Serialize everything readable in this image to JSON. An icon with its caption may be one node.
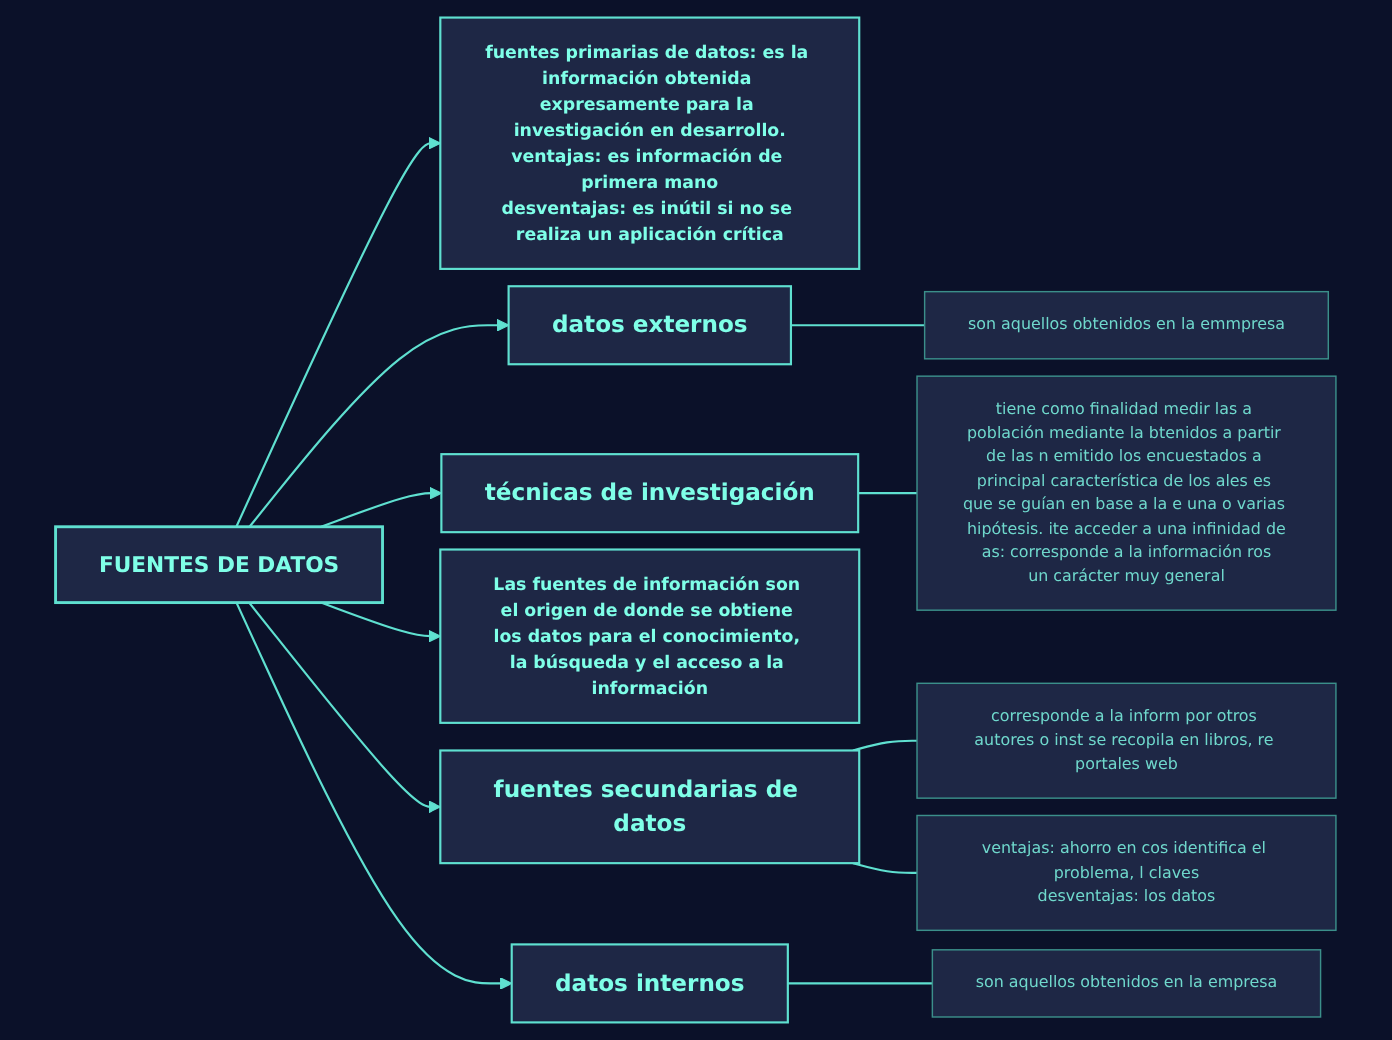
{
  "diagram": {
    "nodes": [
      {
        "text": [
          "FUENTES DE DATOS"
        ]
      },
      {
        "text": [
          "fuentes primarias de datos: es la información obtenida expresamente para la investigación en desarrollo.",
          "ventajas: es información de primera mano",
          "desventajas: es inútil si no se realiza un aplicación crítica"
        ]
      },
      {
        "text": [
          "datos externos"
        ]
      },
      {
        "text": [
          "son aquellos obtenidos en la emmpresa"
        ]
      },
      {
        "text": [
          "técnicas de investigación"
        ]
      },
      {
        "text": [
          "tiene como finalidad medir las a población mediante la btenidos a partir de las n emitido los encuestados a principal característica de los ales es que se guían en base a la e una o varias hipótesis. ite acceder a una infinidad de",
          "as: corresponde a la información ros",
          "un carácter muy general"
        ]
      },
      {
        "text": [
          "Las fuentes de información son el origen de donde se obtiene los datos para el conocimiento, la búsqueda y el acceso a la información"
        ]
      },
      {
        "text": [
          "fuentes secundarias de datos"
        ]
      },
      {
        "text": [
          "corresponde a la inform por otros autores o inst se recopila en libros, re portales web"
        ]
      },
      {
        "text": [
          "ventajas: ahorro en cos identifica el problema, l claves",
          "desventajas: los datos"
        ]
      },
      {
        "text": [
          "datos internos"
        ]
      },
      {
        "text": [
          "son aquellos obtenidos en la empresa"
        ]
      }
    ],
    "edges": [
      {
        "from": 0,
        "to": 1,
        "arrow": "to"
      },
      {
        "from": 0,
        "to": 2,
        "arrow": "to"
      },
      {
        "from": 2,
        "to": 3,
        "arrow": "none"
      },
      {
        "from": 0,
        "to": 4,
        "arrow": "to"
      },
      {
        "from": 4,
        "to": 5,
        "arrow": "none"
      },
      {
        "from": 0,
        "to": 6,
        "arrow": "to"
      },
      {
        "from": 0,
        "to": 7,
        "arrow": "to"
      },
      {
        "from": 7,
        "to": 8,
        "arrow": "none"
      },
      {
        "from": 7,
        "to": 9,
        "arrow": "none"
      },
      {
        "from": 0,
        "to": 10,
        "arrow": "to"
      },
      {
        "from": 10,
        "to": 11,
        "arrow": "none"
      }
    ]
  }
}
